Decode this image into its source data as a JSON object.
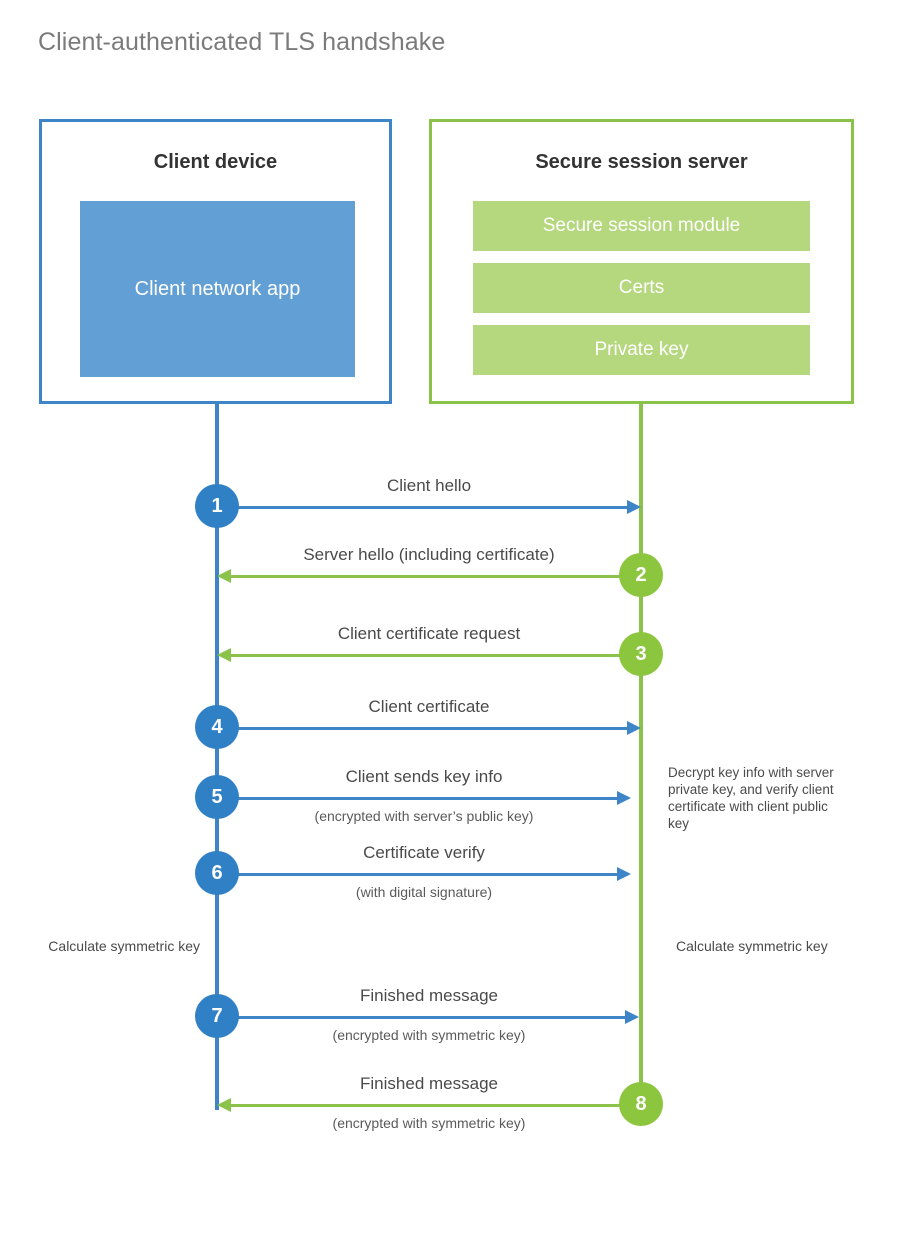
{
  "title": "Client-authenticated TLS handshake",
  "colors": {
    "blue_border": "#3d85c6",
    "blue_fill": "#619fd4",
    "blue_circle": "#3080c6",
    "green_border": "#8bc34a",
    "green_fill": "#b5d77e",
    "green_circle": "#8cc63f",
    "title_text": "#7b7b7b"
  },
  "client": {
    "title": "Client device",
    "app_label": "Client network app"
  },
  "server": {
    "title": "Secure session server",
    "components": [
      "Secure session module",
      "Certs",
      "Private key"
    ]
  },
  "messages": [
    {
      "step": "1",
      "label": "Client hello",
      "sublabel": "",
      "direction": "right",
      "color": "blue"
    },
    {
      "step": "2",
      "label": "Server hello (including certificate)",
      "sublabel": "",
      "direction": "left",
      "color": "green"
    },
    {
      "step": "3",
      "label": "Client certificate request",
      "sublabel": "",
      "direction": "left",
      "color": "green"
    },
    {
      "step": "4",
      "label": "Client certificate",
      "sublabel": "",
      "direction": "right",
      "color": "blue"
    },
    {
      "step": "5",
      "label": "Client sends key info",
      "sublabel": "(encrypted with server’s public key)",
      "direction": "right",
      "color": "blue"
    },
    {
      "step": "6",
      "label": "Certificate verify",
      "sublabel": "(with digital signature)",
      "direction": "right",
      "color": "blue"
    },
    {
      "step": "7",
      "label": "Finished message",
      "sublabel": "(encrypted with symmetric key)",
      "direction": "right",
      "color": "blue"
    },
    {
      "step": "8",
      "label": "Finished message",
      "sublabel": "(encrypted with symmetric key)",
      "direction": "left",
      "color": "green"
    }
  ],
  "notes": {
    "server_decrypt": "Decrypt key info with server private key, and verify client certificate with client public key",
    "client_calculate": "Calculate symmetric key",
    "server_calculate": "Calculate symmetric key"
  }
}
